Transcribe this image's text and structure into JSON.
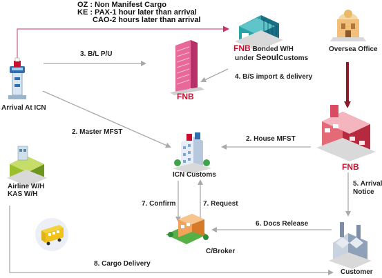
{
  "notes": {
    "line1": "OZ : Non Manifest Cargo",
    "line2": "KE : PAX-1 hour later than arrival",
    "line3": "CAO-2 hours later than arrival"
  },
  "nodes": {
    "arrival": "Arrival At ICN",
    "fnb_tower": "FNB",
    "bonded_fnb": "FNB",
    "bonded_rest": "Bonded W/H",
    "bonded_under": "under",
    "bonded_seoul": "Seoul",
    "bonded_customs": "Customs",
    "oversea": "Oversea Office",
    "fnb_office": "FNB",
    "icn_customs": "ICN Customs",
    "airline": "Airline W/H",
    "kas": "KAS W/H",
    "broker": "C/Broker",
    "customer": "Customer"
  },
  "steps": {
    "s3": "3. B/L P/U",
    "s4": "4. B/S import & delivery",
    "s2m": "2. Master MFST",
    "s2h": "2. House MFST",
    "s5a": "5. Arrival",
    "s5b": "Notice",
    "s6": "6. Docs Release",
    "s7c": "7. Confirm",
    "s7r": "7. Request",
    "s8": "8. Cargo Delivery"
  },
  "colors": {
    "arrow_gray": "#a9a9a9",
    "arrow_pink": "#cc3366",
    "arrow_dark_red": "#8b1a2b",
    "label_red": "#c8102e"
  }
}
